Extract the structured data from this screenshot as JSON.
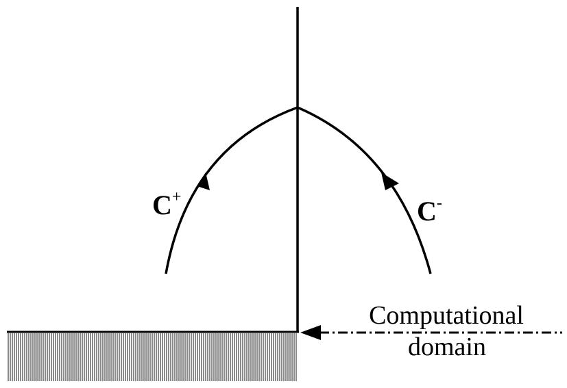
{
  "diagram": {
    "left_characteristic": {
      "label_main": "C",
      "label_sup": "+"
    },
    "right_characteristic": {
      "label_main": "C",
      "label_sup": "-"
    },
    "domain_label": {
      "line1": "Computational",
      "line2": "domain"
    },
    "colors": {
      "stroke": "#000000",
      "background": "#ffffff"
    }
  }
}
